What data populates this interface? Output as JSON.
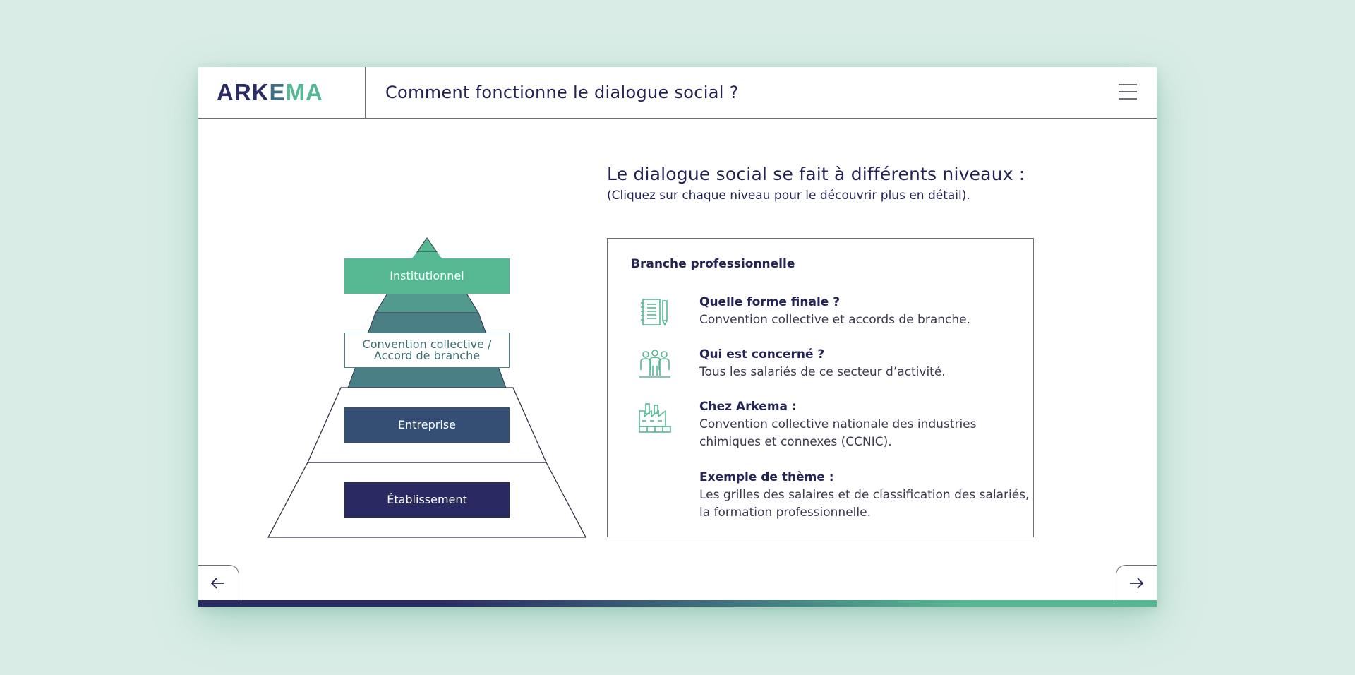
{
  "header": {
    "logo_text": "ARKEMA",
    "title": "Comment fonctionne le dialogue social ?",
    "menu_icon": "hamburger-menu-icon"
  },
  "main": {
    "heading": "Le dialogue social se fait à différents niveaux :",
    "subheading": "(Cliquez sur chaque niveau pour le découvrir plus en détail)."
  },
  "pyramid": {
    "levels": [
      {
        "label": "Institutionnel",
        "color": "#56b892",
        "selected": false
      },
      {
        "label": "Convention collective / Accord de branche",
        "color": "#4a7f86",
        "selected": true
      },
      {
        "label": "Entreprise",
        "color": "#344f73",
        "selected": false
      },
      {
        "label": "Établissement",
        "color": "#2a2a63",
        "selected": false
      }
    ]
  },
  "panel": {
    "title": "Branche professionnelle",
    "items": [
      {
        "icon": "notebook-pencil-icon",
        "label": "Quelle forme finale ?",
        "text": "Convention collective et accords de branche."
      },
      {
        "icon": "people-group-icon",
        "label": "Qui est concerné ?",
        "text": "Tous les salariés de ce secteur d’activité."
      },
      {
        "icon": "factory-icon",
        "label": "Chez Arkema :",
        "text": "Convention collective nationale des industries chimiques et connexes (CCNIC)."
      },
      {
        "icon": "",
        "label": "Exemple de thème :",
        "text": "Les grilles des salaires et de classification des salariés, la formation professionnelle."
      }
    ]
  },
  "nav": {
    "prev_icon": "arrow-left-icon",
    "next_icon": "arrow-right-icon"
  },
  "colors": {
    "navy": "#2a2a63",
    "teal": "#4a7f86",
    "green": "#56b892",
    "background": "#d9ede6"
  }
}
